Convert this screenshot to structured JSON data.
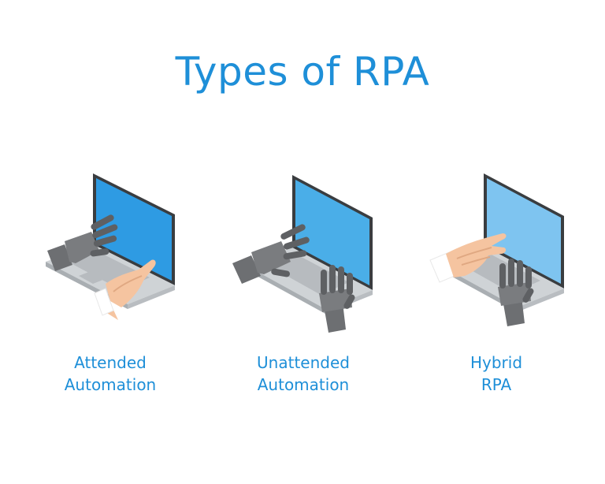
{
  "title": "Types of RPA",
  "colors": {
    "accent": "#1e8fd8",
    "screen_1": "#2e9be3",
    "screen_2": "#4aaee8",
    "screen_3": "#7ec4f0",
    "laptop_body": "#cfd3d6",
    "laptop_frame": "#3a3d40",
    "robot_hand": "#6d6f72",
    "human_hand": "#f5c4a0"
  },
  "types": [
    {
      "line1": "Attended",
      "line2": "Automation",
      "illustration": "robot-hand-and-human-hand-on-laptop"
    },
    {
      "line1": "Unattended",
      "line2": "Automation",
      "illustration": "two-robot-hands-on-laptop"
    },
    {
      "line1": "Hybrid",
      "line2": "RPA",
      "illustration": "human-hand-and-robot-hand-on-laptop"
    }
  ]
}
